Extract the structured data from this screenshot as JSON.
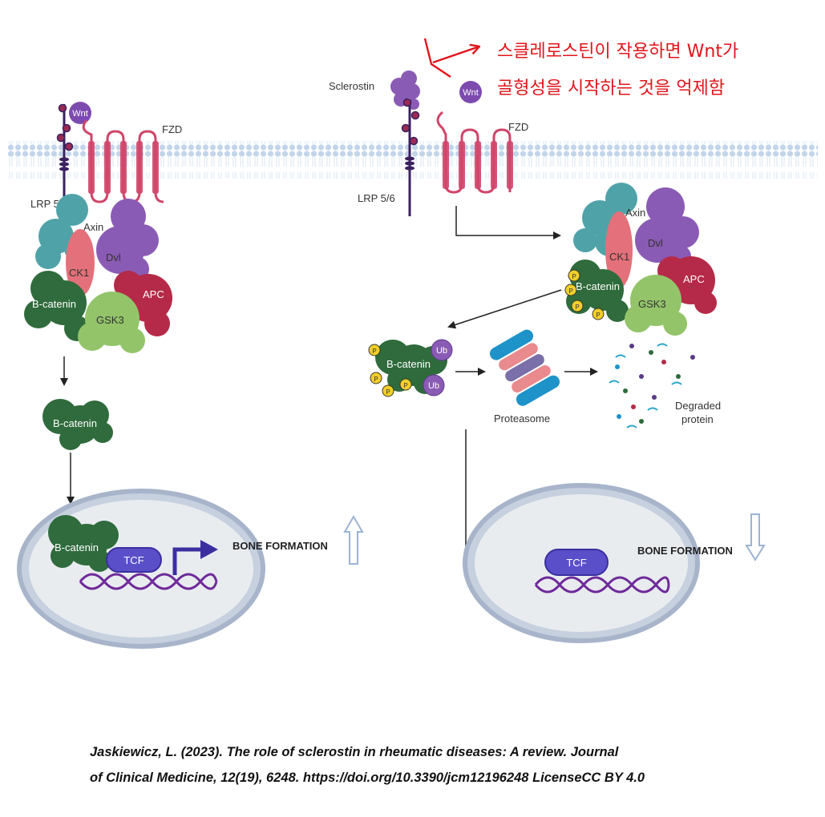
{
  "annotation": {
    "line1": "스클레로스틴이 작용하면 Wnt가",
    "line2": "골형성을 시작하는 것을 억제함",
    "color": "#e3141b"
  },
  "left_panel": {
    "wnt": "Wnt",
    "fzd": "FZD",
    "lrp": "LRP 5/6",
    "axin": "Axin",
    "dvl": "Dvl",
    "ck1": "CK1",
    "apc": "APC",
    "bcatenin_complex": "B-catenin",
    "gsk3": "GSK3",
    "bcatenin_free": "B-catenin",
    "bcatenin_nucleus": "B-catenin",
    "tcf": "TCF",
    "bone_formation": "BONE FORMATION"
  },
  "right_panel": {
    "sclerostin": "Sclerostin",
    "wnt": "Wnt",
    "fzd": "FZD",
    "lrp": "LRP 5/6",
    "axin": "Axin",
    "dvl": "Dvl",
    "ck1": "CK1",
    "apc": "APC",
    "bcatenin_complex": "B-catenin",
    "gsk3": "GSK3",
    "bcatenin_ub": "B-catenin",
    "ub": "Ub",
    "p": "P",
    "proteasome": "Proteasome",
    "degraded_line1": "Degraded",
    "degraded_line2": "protein",
    "tcf": "TCF",
    "bone_formation": "BONE FORMATION"
  },
  "citation": {
    "line1": "Jaskiewicz, L. (2023). The role of sclerostin in rheumatic diseases: A review. Journal",
    "line2": "of Clinical Medicine, 12(19), 6248. https://doi.org/10.3390/jcm12196248  LicenseCC BY 4.0"
  },
  "colors": {
    "membrane": "#c9d9ec",
    "fzd": "#d0456a",
    "lrp": "#3b2060",
    "wnt": "#7d4bb0",
    "axin": "#4fa3a8",
    "dvl": "#8a5bb5",
    "ck1": "#e3707a",
    "apc": "#b52a48",
    "bcatenin": "#2f6b3c",
    "gsk3": "#93c46a",
    "tcf": "#5b4fc9",
    "phosphate": "#f2cf2a",
    "proteasome_blue": "#1e93c9",
    "proteasome_pink": "#e98a8f",
    "nucleus": "#a7b4ca"
  }
}
